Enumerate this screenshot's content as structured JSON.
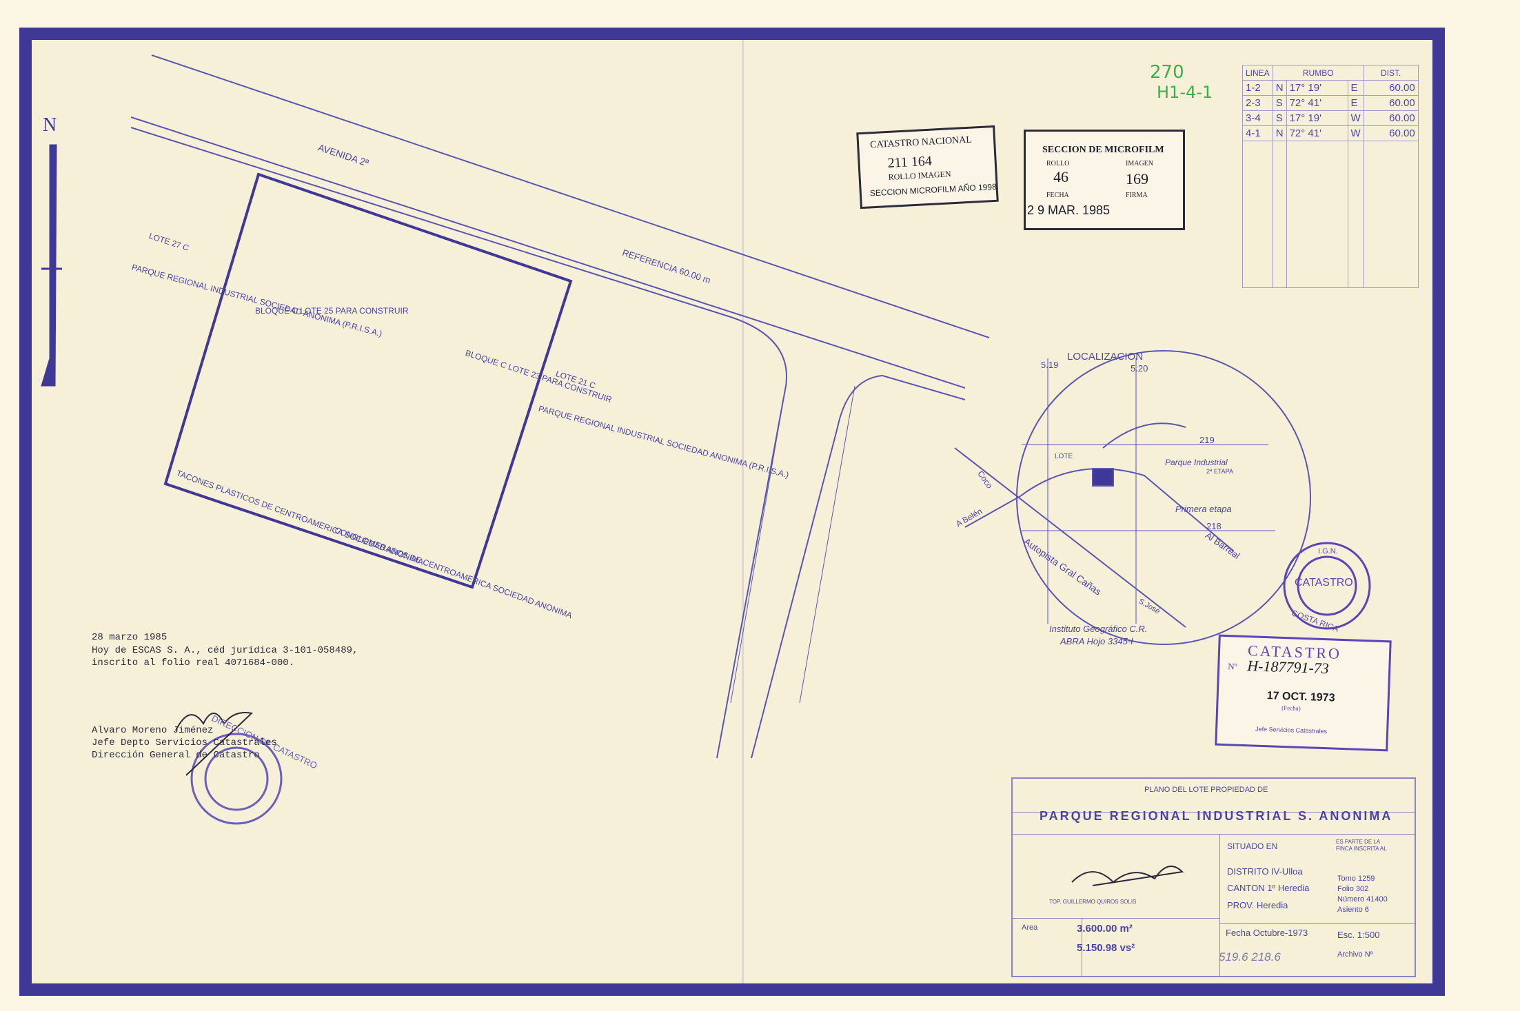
{
  "plan": {
    "labels": {
      "north": "N",
      "avenida": "AVENIDA 2ª",
      "referencia": "REFERENCIA 60.00 m",
      "bloque_main": "BLOQUE C LOTE 25 PARA CONSTRUIR",
      "bloque_adjacent": "BLOQUE C LOTE 23 PARA CONSTRUIR",
      "lote_west": "LOTE 27 C",
      "lote_east": "LOTE 21 C",
      "parque_west": "PARQUE REGIONAL INDUSTRIAL SOCIEDAD ANONIMA (P.R.I.S.A.)",
      "parque_east": "PARQUE REGIONAL INDUSTRIAL SOCIEDAD ANONIMA (P.R.I.S.A.)",
      "taconez": "TACONES PLASTICOS DE CENTROAMERICA SOCIEDAD ANONIMA",
      "conglomerados": "CONGLOMERADOS DE CENTROAMERICA SOCIEDAD ANONIMA"
    }
  },
  "location_map": {
    "title": "LOCALIZACION",
    "grid_x_1": "5.19",
    "grid_x_2": "5.20",
    "grid_y_1": "219",
    "grid_y_2": "218",
    "lote": "LOTE",
    "parque_industrial": "Parque Industrial",
    "etapa": "2ª ETAPA",
    "primera_etapa": "Primera etapa",
    "barreal": "Al Barreal",
    "belen": "A Belén",
    "coco": "Coco",
    "autopista": "Autopista Gral Cañas",
    "san_jose": "S.José",
    "source_1": "Instituto Geográfico C.R.",
    "source_2": "ABRA Hojo 3345-I"
  },
  "annotations": {
    "green_1": "270",
    "green_2": "H1-4-1"
  },
  "bearings": {
    "headers": [
      "LINEA",
      "RUMBO",
      "DIST."
    ],
    "rows": [
      {
        "linea": "1-2",
        "ns": "N",
        "angle": "17° 19'",
        "ew": "E",
        "dist": "60.00"
      },
      {
        "linea": "2-3",
        "ns": "S",
        "angle": "72° 41'",
        "ew": "E",
        "dist": "60.00"
      },
      {
        "linea": "3-4",
        "ns": "S",
        "angle": "17° 19'",
        "ew": "W",
        "dist": "60.00"
      },
      {
        "linea": "4-1",
        "ns": "N",
        "angle": "72° 41'",
        "ew": "W",
        "dist": "60.00"
      }
    ]
  },
  "stamps": {
    "catastro_nacional": {
      "title": "CATASTRO NACIONAL",
      "numbers": "211 164",
      "labels": "ROLLO IMAGEN",
      "footer": "SECCION MICROFILM AÑO 1998"
    },
    "microfilm": {
      "title": "SECCION DE MICROFILM",
      "rollo_label": "ROLLO",
      "imagen_label": "IMAGEN",
      "rollo": "46",
      "imagen": "169",
      "fecha_label": "FECHA",
      "firma_label": "FIRMA",
      "fecha": "2 9 MAR. 1985"
    },
    "ign": {
      "top": "I.G.N.",
      "center": "CATASTRO",
      "bottom": "COSTA RICA"
    },
    "registro": {
      "title": "CATASTRO",
      "no_label": "Nº",
      "number": "H-187791-73",
      "date": "17 OCT. 1973",
      "date_label": "(Fecha)",
      "footer": "Jefe Servicios Catastrales"
    },
    "direccion": {
      "ring": "DIRECCION DE CATASTRO"
    }
  },
  "note": {
    "date": "28 marzo 1985",
    "line1": "Hoy de ESCAS S. A., céd jurídica 3-101-058489,",
    "line2": "inscrito al folio real 4071684-000.",
    "signer": "Alvaro Moreno Jiménez",
    "title": "Jefe Depto Servicios Catastrales",
    "office": "Dirección General de Catastro"
  },
  "title_block": {
    "caption": "PLANO DEL LOTE PROPIEDAD DE",
    "owner": "PARQUE REGIONAL INDUSTRIAL S. ANONIMA",
    "surveyor": "TOP. GUILLERMO QUIROS SOLIS",
    "situado": "SITUADO EN",
    "finca_note_1": "ES PARTE DE LA",
    "finca_note_2": "FINCA INSCRITA AL",
    "distrito": "DISTRITO IV-Ulloa",
    "canton": "CANTON 1º Heredia",
    "provincia": "PROV. Heredia",
    "tomo": "Tomo 1259",
    "folio": "Folio 302",
    "numero": "Número 41400",
    "asiento": "Asiento 6",
    "area_label": "Area",
    "area_m2": "3.600.00 m²",
    "area_vs2": "5.150.98 vs²",
    "fecha": "Fecha Octubre-1973",
    "escala": "Esc. 1:500",
    "pencil": "519.6 218.6",
    "archivo": "Archivo Nº"
  }
}
